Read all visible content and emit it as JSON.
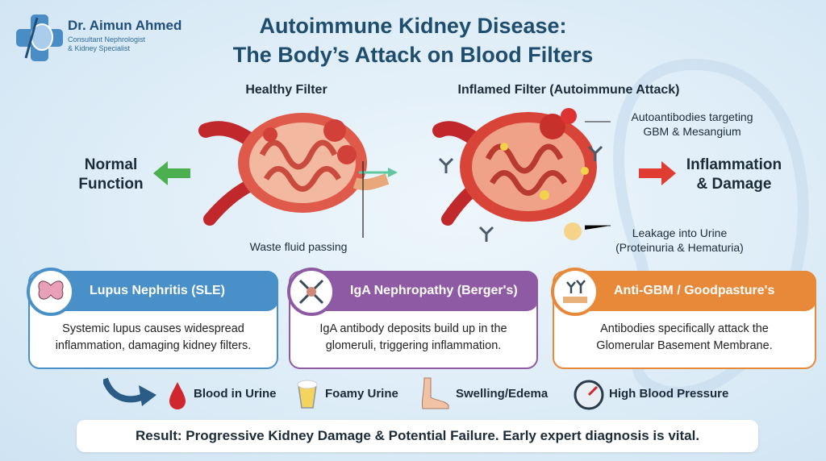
{
  "logo": {
    "name": "Dr. Aimun Ahmed",
    "subtitle_1": "Consultant Nephrologist",
    "subtitle_2": "& Kidney Specialist"
  },
  "title": {
    "line1": "Autoimmune Kidney Disease:",
    "line2": "The Body’s Attack on Blood Filters"
  },
  "healthy": {
    "label": "Healthy Filter",
    "side_line1": "Normal",
    "side_line2": "Function",
    "annotation": "Waste fluid passing"
  },
  "inflamed": {
    "label": "Inflamed Filter (Autoimmune Attack)",
    "side_line1": "Inflammation",
    "side_line2": "& Damage",
    "annotation_top_1": "Autoantibodies targeting",
    "annotation_top_2": "GBM & Mesangium",
    "annotation_bottom_1": "Leakage into Urine",
    "annotation_bottom_2": "(Proteinuria & Hematuria)"
  },
  "cards": [
    {
      "title": "Lupus Nephritis (SLE)",
      "line1": "Systemic lupus causes widespread",
      "line2": "inflammation, damaging kidney filters.",
      "color": "#4a90c8"
    },
    {
      "title": "IgA Nephropathy (Berger's)",
      "line1": "IgA antibody deposits build up in the",
      "line2": "glomeruli, triggering inflammation.",
      "color": "#8e5aa3"
    },
    {
      "title": "Anti-GBM / Goodpasture's",
      "line1": "Antibodies specifically attack the",
      "line2": "Glomerular Basement Membrane.",
      "color": "#e8893a"
    }
  ],
  "symptoms": [
    "Blood in Urine",
    "Foamy Urine",
    "Swelling/Edema",
    "High Blood Pressure"
  ],
  "result": "Result: Progressive Kidney Damage & Potential Failure. Early expert diagnosis is vital."
}
